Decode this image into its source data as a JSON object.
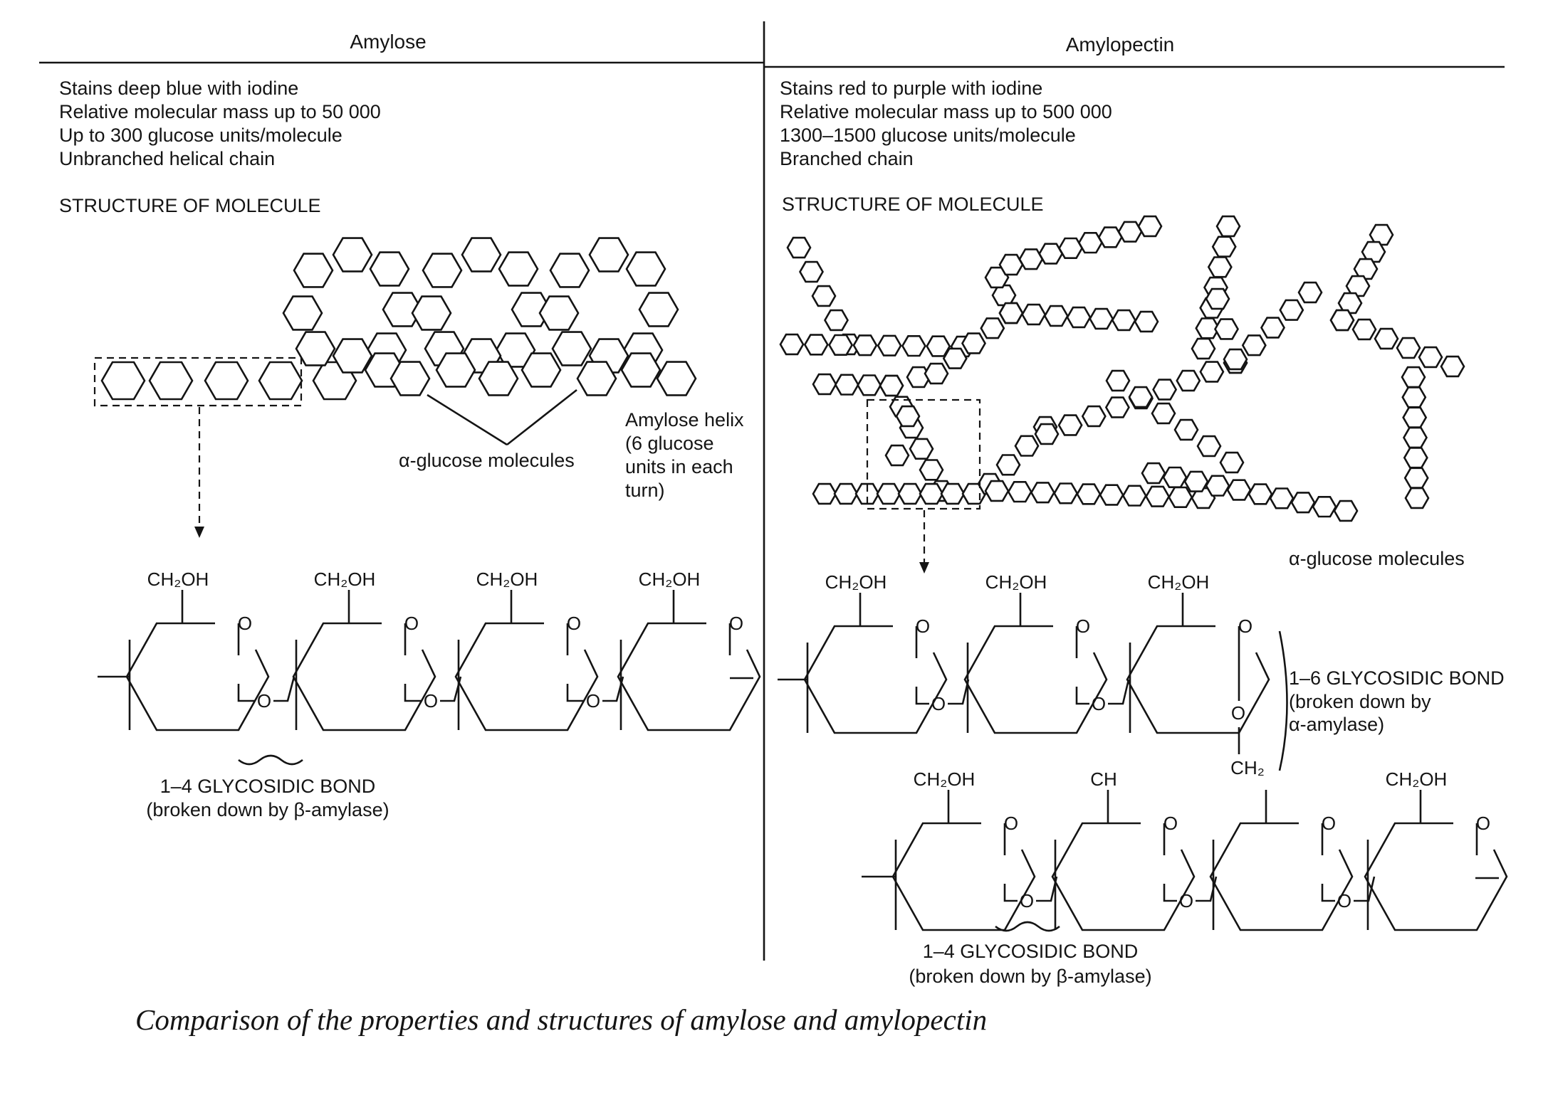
{
  "amylose": {
    "header": "Amylose",
    "properties": [
      "Stains deep blue with iodine",
      "Relative molecular mass up to 50 000",
      "Up to 300 glucose units/molecule",
      "Unbranched helical chain"
    ],
    "structure_heading": "STRUCTURE OF MOLECULE",
    "helix_label": [
      "Amylose helix",
      "(6 glucose",
      "units in each",
      "turn)"
    ],
    "glucose_label": "α-glucose molecules",
    "ch2oh": "CH₂OH",
    "ring_o": "O",
    "bond_label": "1–4 GLYCOSIDIC BOND",
    "bond_note": "(broken down by β-amylase)"
  },
  "amylopectin": {
    "header": "Amylopectin",
    "properties": [
      "Stains red to purple with iodine",
      "Relative molecular mass up to 500 000",
      "1300–1500 glucose units/molecule",
      "Branched chain"
    ],
    "structure_heading": "STRUCTURE OF MOLECULE",
    "glucose_label": "α-glucose molecules",
    "ch2oh": "CH₂OH",
    "ch_partial": "CH",
    "ch2": "CH₂",
    "ring_o": "O",
    "branch_bond_label": "1–6 GLYCOSIDIC BOND",
    "branch_bond_note": [
      "(broken down by",
      "α-amylase)"
    ],
    "bond_label": "1–4 GLYCOSIDIC BOND",
    "bond_note": "(broken down by β-amylase)"
  },
  "caption": "Comparison of the properties and structures of amylose and amylopectin"
}
